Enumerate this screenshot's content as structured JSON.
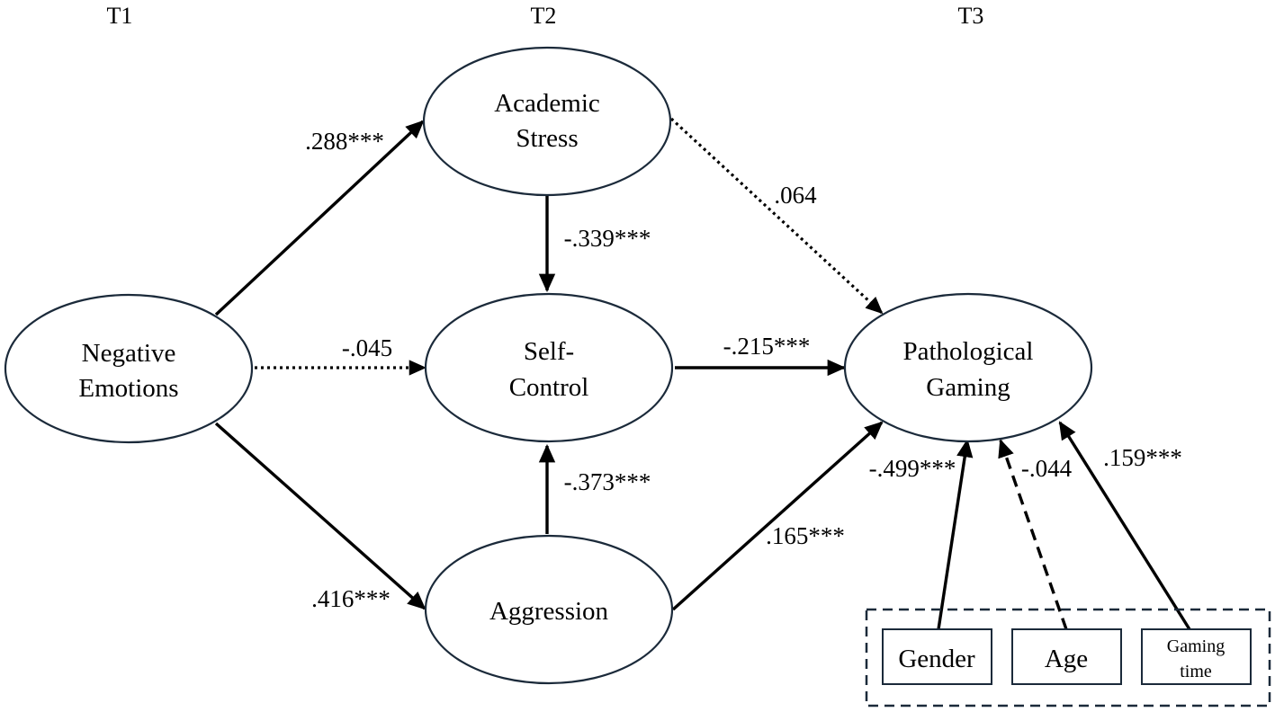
{
  "time_labels": [
    "T1",
    "T2",
    "T3"
  ],
  "nodes": {
    "negative_emotions": [
      "Negative",
      "Emotions"
    ],
    "academic_stress": [
      "Academic",
      "Stress"
    ],
    "self_control": [
      "Self-",
      "Control"
    ],
    "aggression": [
      "Aggression"
    ],
    "pathological_gaming": [
      "Pathological",
      "Gaming"
    ]
  },
  "controls": {
    "gender": [
      "Gender"
    ],
    "age": [
      "Age"
    ],
    "gaming_time": [
      "Gaming",
      "time"
    ]
  },
  "paths": [
    {
      "id": "ne-as",
      "from": "negative_emotions",
      "to": "academic_stress",
      "coef": ".288***",
      "style": "solid"
    },
    {
      "id": "ne-sc",
      "from": "negative_emotions",
      "to": "self_control",
      "coef": "-.045",
      "style": "dotted"
    },
    {
      "id": "ne-ag",
      "from": "negative_emotions",
      "to": "aggression",
      "coef": ".416***",
      "style": "solid"
    },
    {
      "id": "as-sc",
      "from": "academic_stress",
      "to": "self_control",
      "coef": "-.339***",
      "style": "solid"
    },
    {
      "id": "ag-sc",
      "from": "aggression",
      "to": "self_control",
      "coef": "-.373***",
      "style": "solid"
    },
    {
      "id": "as-pg",
      "from": "academic_stress",
      "to": "pathological_gaming",
      "coef": ".064",
      "style": "dotted"
    },
    {
      "id": "sc-pg",
      "from": "self_control",
      "to": "pathological_gaming",
      "coef": "-.215***",
      "style": "solid"
    },
    {
      "id": "ag-pg",
      "from": "aggression",
      "to": "pathological_gaming",
      "coef": ".165***",
      "style": "solid"
    },
    {
      "id": "gender-pg",
      "from": "gender",
      "to": "pathological_gaming",
      "coef": "-.499***",
      "style": "solid"
    },
    {
      "id": "age-pg",
      "from": "age",
      "to": "pathological_gaming",
      "coef": "-.044",
      "style": "dashed"
    },
    {
      "id": "gt-pg",
      "from": "gaming_time",
      "to": "pathological_gaming",
      "coef": ".159***",
      "style": "solid"
    }
  ]
}
